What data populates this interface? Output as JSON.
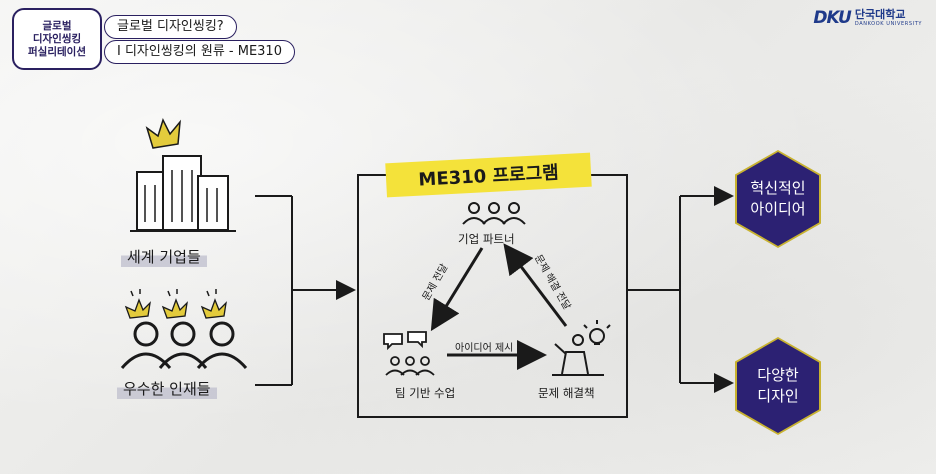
{
  "header": {
    "badge_lines": [
      "글로벌",
      "디자인씽킹",
      "퍼실리테이션"
    ],
    "title": "글로벌 디자인씽킹?",
    "subtitle": "I 디자인씽킹의 원류 - ME310",
    "logo_mark": "DKU",
    "logo_name": "단국대학교",
    "logo_en": "DANKOOK UNIVERSITY"
  },
  "inputs": {
    "corporations": "세계 기업들",
    "talents": "우수한 인재들"
  },
  "program": {
    "title": "ME310 프로그램",
    "nodes": {
      "partner": "기업 파트너",
      "team": "팀 기반 수업",
      "solution": "문제 해결책"
    },
    "edges": {
      "partner_to_team": "문제 전달",
      "solution_to_partner": "문제 해결 전달",
      "team_to_solution": "아이디어 제시"
    }
  },
  "outputs": {
    "innovative_idea": [
      "혁신적인",
      "아이디어"
    ],
    "diverse_design": [
      "다양한",
      "디자인"
    ]
  },
  "colors": {
    "accent_purple": "#2c2173",
    "accent_yellow": "#f4e23a",
    "crown_gold": "#e3cb3c"
  }
}
